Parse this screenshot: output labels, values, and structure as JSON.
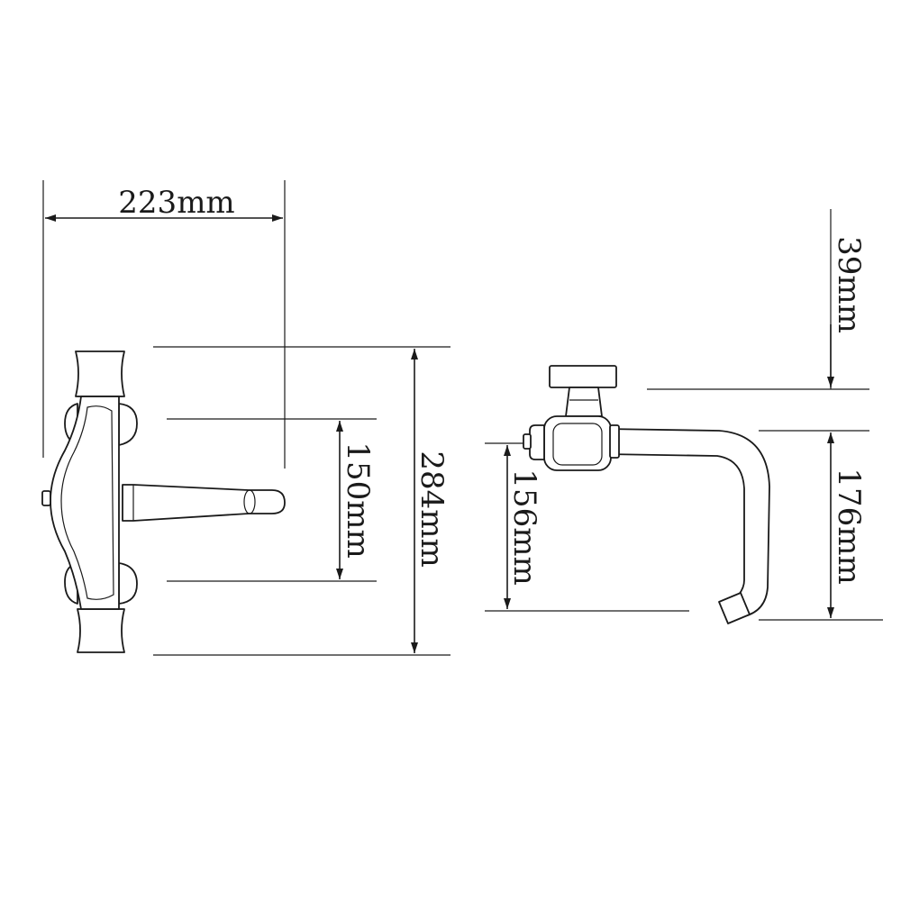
{
  "dimensions": {
    "width_top": "223mm",
    "height_spout": "150mm",
    "height_total": "284mm",
    "height_side": "156mm",
    "top_offset": "39mm",
    "spout_drop": "176mm"
  },
  "colors": {
    "line": "#1a1a1a",
    "background": "#ffffff"
  }
}
